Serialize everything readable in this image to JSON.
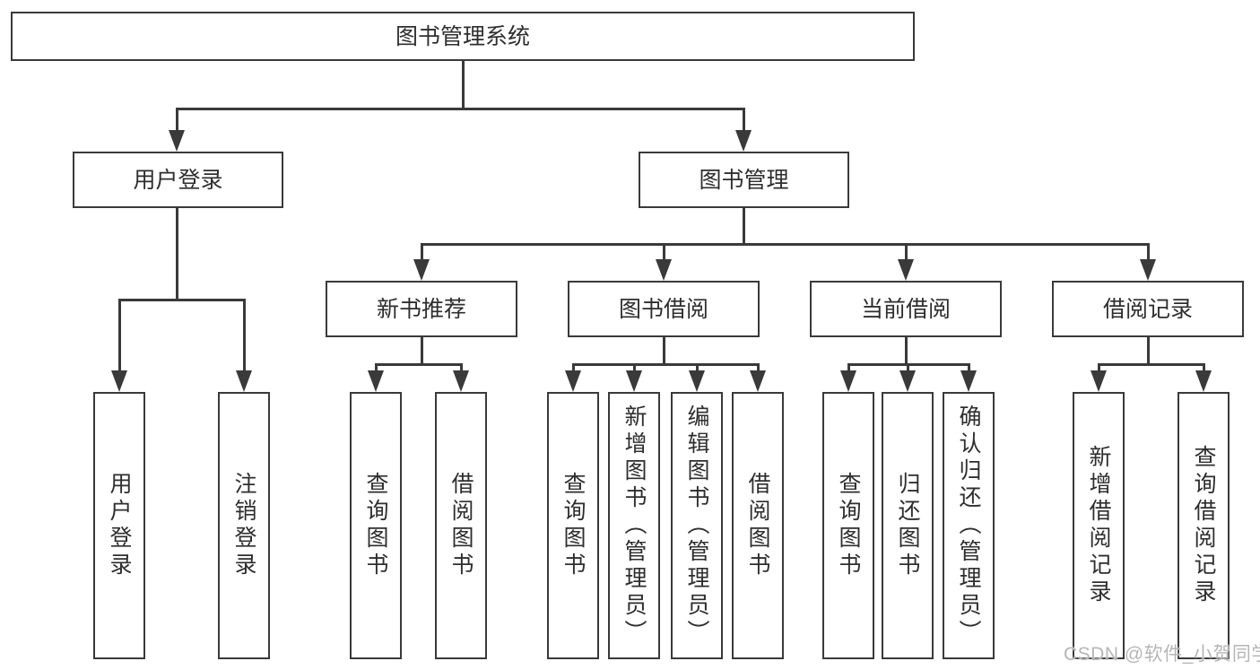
{
  "diagram_title": "图书管理系统",
  "tree": {
    "root": {
      "label": "图书管理系统"
    },
    "branches": [
      {
        "label": "用户登录",
        "children": [
          {
            "label": "用户登录"
          },
          {
            "label": "注销登录"
          }
        ]
      },
      {
        "label": "图书管理",
        "children": [
          {
            "label": "新书推荐",
            "children": [
              {
                "label": "查询图书"
              },
              {
                "label": "借阅图书"
              }
            ]
          },
          {
            "label": "图书借阅",
            "children": [
              {
                "label": "查询图书"
              },
              {
                "label": "新增图书（管理员）"
              },
              {
                "label": "编辑图书（管理员）"
              },
              {
                "label": "借阅图书"
              }
            ]
          },
          {
            "label": "当前借阅",
            "children": [
              {
                "label": "查询图书"
              },
              {
                "label": "归还图书"
              },
              {
                "label": "确认归还（管理员）"
              }
            ]
          },
          {
            "label": "借阅记录",
            "children": [
              {
                "label": "新增借阅记录"
              },
              {
                "label": "查询借阅记录"
              }
            ]
          }
        ]
      }
    ]
  },
  "watermark": {
    "text": "CSDN @软件_小贺同学"
  },
  "colors": {
    "background": "#ffffff",
    "line": "#3a3a3a",
    "text": "#2e2e2e",
    "watermark": "#b6b6b6"
  }
}
